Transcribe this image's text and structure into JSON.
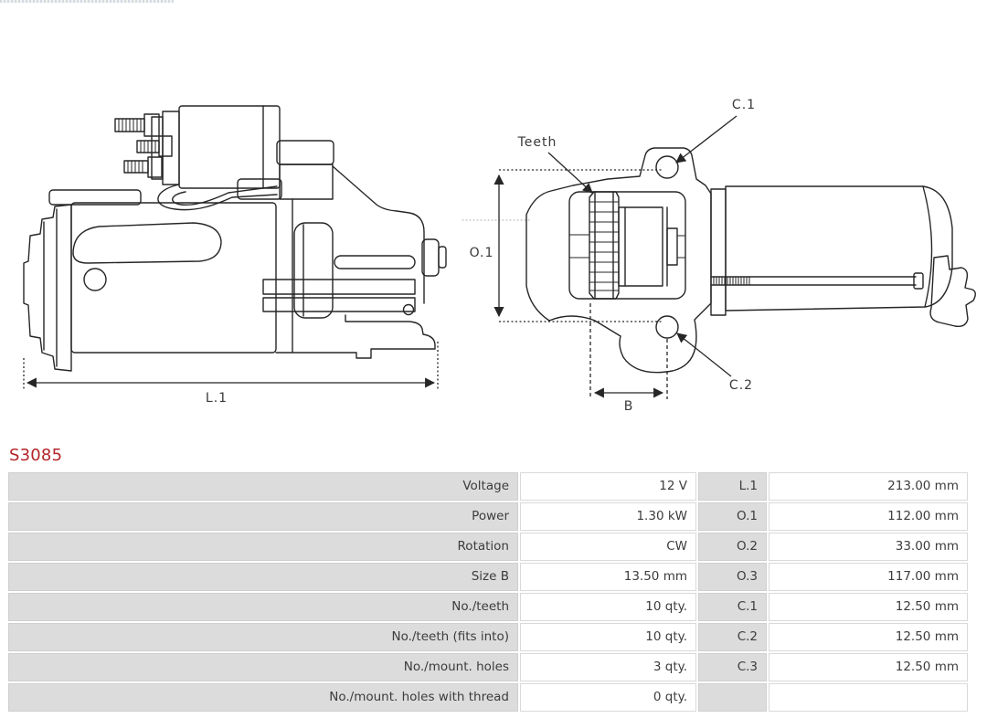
{
  "part_number": "S3085",
  "colors": {
    "accent_red": "#b32428",
    "table_label_bg": "#dcdcdc",
    "table_border": "#cfcfcf",
    "drawing_line": "#262626",
    "text": "#3c3c3c"
  },
  "drawing": {
    "labels": {
      "l1": "L.1",
      "o1": "O.1",
      "b": "B",
      "teeth": "Teeth",
      "c1": "C.1",
      "c2": "C.2"
    }
  },
  "table": {
    "rows": [
      {
        "label": "Voltage",
        "value": "12 V",
        "dim": "L.1",
        "dim_value": "213.00 mm"
      },
      {
        "label": "Power",
        "value": "1.30 kW",
        "dim": "O.1",
        "dim_value": "112.00 mm"
      },
      {
        "label": "Rotation",
        "value": "CW",
        "dim": "O.2",
        "dim_value": "33.00 mm"
      },
      {
        "label": "Size B",
        "value": "13.50 mm",
        "dim": "O.3",
        "dim_value": "117.00 mm"
      },
      {
        "label": "No./teeth",
        "value": "10 qty.",
        "dim": "C.1",
        "dim_value": "12.50 mm"
      },
      {
        "label": "No./teeth (fits into)",
        "value": "10 qty.",
        "dim": "C.2",
        "dim_value": "12.50 mm"
      },
      {
        "label": "No./mount. holes",
        "value": "3 qty.",
        "dim": "C.3",
        "dim_value": "12.50 mm"
      },
      {
        "label": "No./mount. holes with thread",
        "value": "0 qty.",
        "dim": "",
        "dim_value": ""
      }
    ]
  }
}
